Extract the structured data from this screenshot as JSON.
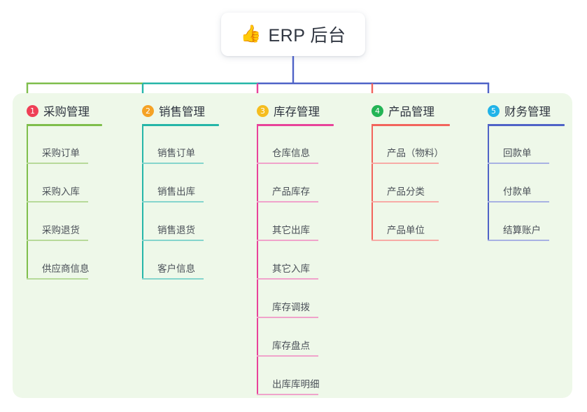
{
  "root": {
    "icon": "thumbs-up-icon",
    "icon_glyph": "👍",
    "title": "ERP 后台"
  },
  "palette": {
    "page_background": "#ffffff",
    "panel_background": "#eef8e9",
    "card_background": "#ffffff",
    "title_text": "#2f3540",
    "leaf_text": "#4a5058",
    "branch_green": "#7fbe4c",
    "branch_teal": "#25b6a8",
    "branch_pink": "#e8439a",
    "branch_red": "#f2645c",
    "branch_blue": "#4f63c7",
    "badge_red": "#ef3f56",
    "badge_orange": "#f5a225",
    "badge_amber": "#f5bd1f",
    "badge_green": "#23b455",
    "badge_cyan": "#21b3e8"
  },
  "columns": [
    {
      "index": "1",
      "badge_color": "#ef3f56",
      "rule_color": "#7fbe4c",
      "leaf_rule_color": "#b7da9a",
      "trunk_color": "#7fbe4c",
      "title": "采购管理",
      "items": [
        "采购订单",
        "采购入库",
        "采购退货",
        "供应商信息"
      ]
    },
    {
      "index": "2",
      "badge_color": "#f5a225",
      "rule_color": "#25b6a8",
      "leaf_rule_color": "#85d5cd",
      "trunk_color": "#25b6a8",
      "title": "销售管理",
      "items": [
        "销售订单",
        "销售出库",
        "销售退货",
        "客户信息"
      ]
    },
    {
      "index": "3",
      "badge_color": "#f5bd1f",
      "rule_color": "#e8439a",
      "leaf_rule_color": "#f0a3cb",
      "trunk_color": "#e8439a",
      "title": "库存管理",
      "items": [
        "仓库信息",
        "产品库存",
        "其它出库",
        "其它入库",
        "库存调拨",
        "库存盘点",
        "出库库明细"
      ]
    },
    {
      "index": "4",
      "badge_color": "#23b455",
      "rule_color": "#f2645c",
      "leaf_rule_color": "#f7aba6",
      "trunk_color": "#f2645c",
      "title": "产品管理",
      "items": [
        "产品（物料）",
        "产品分类",
        "产品单位"
      ]
    },
    {
      "index": "5",
      "badge_color": "#21b3e8",
      "rule_color": "#4f63c7",
      "leaf_rule_color": "#a8b2e3",
      "trunk_color": "#4f63c7",
      "title": "财务管理",
      "items": [
        "回款单",
        "付款单",
        "结算账户"
      ]
    }
  ]
}
